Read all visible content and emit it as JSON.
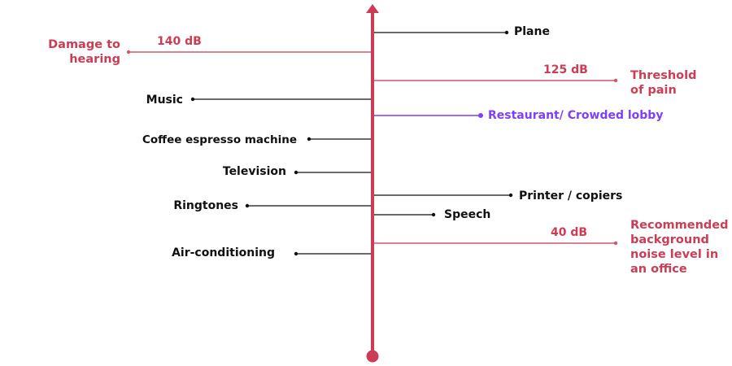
{
  "colors": {
    "axis": "#cc3d55",
    "threshold": "#d4566b",
    "neutral": "#111111",
    "highlight": "#7f3ff2"
  },
  "axis": {
    "direction": "up",
    "meaning": "noise level (dB)"
  },
  "thresholds": [
    {
      "value_label": "140 dB",
      "title": "Damage to hearing",
      "side": "left"
    },
    {
      "value_label": "125 dB",
      "title": "Threshold of pain",
      "side": "right"
    },
    {
      "value_label": "40 dB",
      "title": "Recommended background noise level in an office",
      "side": "right"
    }
  ],
  "sources": [
    {
      "label": "Plane",
      "side": "right"
    },
    {
      "label": "Music",
      "side": "left"
    },
    {
      "label": "Restaurant/ Crowded lobby",
      "side": "right",
      "highlight": true
    },
    {
      "label": "Coffee espresso machine",
      "side": "left"
    },
    {
      "label": "Television",
      "side": "left"
    },
    {
      "label": "Printer / copiers",
      "side": "right"
    },
    {
      "label": "Ringtones",
      "side": "left"
    },
    {
      "label": "Speech",
      "side": "right"
    },
    {
      "label": "Air-conditioning",
      "side": "left"
    }
  ]
}
